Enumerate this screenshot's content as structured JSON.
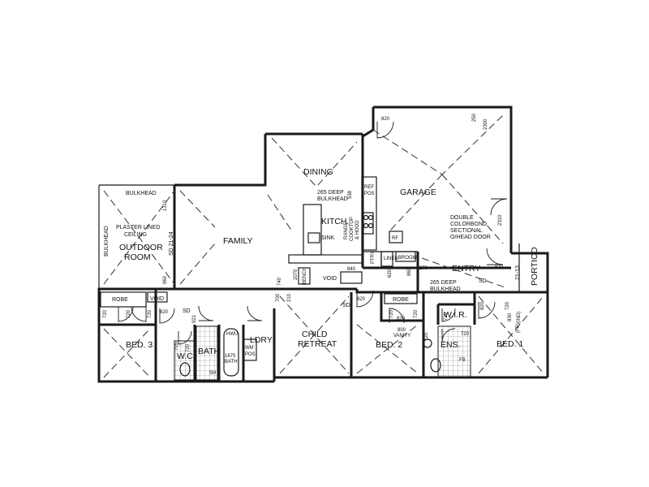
{
  "rooms": {
    "dining": "DINING",
    "garage": "GARAGE",
    "family": "FAMILY",
    "kitchen": "KITCH.",
    "outdoor_line1": "OUTDOOR",
    "outdoor_line2": "ROOM",
    "entry": "ENTRY",
    "portico": "PORTICO",
    "bed3": "BED. 3",
    "child_line1": "CHILD",
    "child_line2": "RETREAT",
    "bed2": "BED. 2",
    "bed1": "BED. 1",
    "wc": "W.C.",
    "bath": "BATH",
    "ldry": "LDRY",
    "ens": "ENS.",
    "wir": "W.I.R."
  },
  "notes": {
    "bulkhead_top": "BULKHEAD",
    "bulkhead_left": "BULKHEAD",
    "plaster_line1": "PLASTER LINED",
    "plaster_line2": "CEILING",
    "deep_bulkhead_1_line1": "265 DEEP",
    "deep_bulkhead_1_line2": "BULKHEAD",
    "deep_bulkhead_2_line1": "265 DEEP",
    "deep_bulkhead_2_line2": "BULKHEAD",
    "garage_door_line1": "DOUBLE",
    "garage_door_line2": "COLORBOND",
    "garage_door_line3": "SECTIONAL",
    "garage_door_line4": "O/HEAD DOOR",
    "range_line1": "RANGE",
    "range_line2": "COOKTOP",
    "range_line3": "& HOOD",
    "sink": "SINK",
    "bench": "BENCH",
    "void_text": "VOID",
    "void_box": "VOID",
    "robe1": "ROBE",
    "robe2": "ROBE",
    "linen": "LINEN",
    "broom": "BROOM",
    "pantry": "PTRY",
    "ref_line1": "REF",
    "ref_line2": "POS",
    "rf": "RF",
    "vanity_line1": "800",
    "vanity_line2": "VANITY",
    "bath_size_line1": "1675",
    "bath_size_line2": "BATH",
    "wm_line1": "WM",
    "wm_line2": "POS",
    "hwu": "HWU",
    "ind": "(IND)",
    "sd1": "SD",
    "sd2": "SD",
    "sd3": "SD",
    "sd_family": "SD 21-24",
    "portico_dim": "21-13",
    "frd": "(FR)",
    "sh": "SH",
    "fb": "FB"
  },
  "dimensions": {
    "d820_garage": "820",
    "d250": "250",
    "d2300": "2300",
    "d538": "538",
    "d1310": "1310",
    "d2310": "2310",
    "d860": "860",
    "d960": "960",
    "d740": "740",
    "d2070": "2070",
    "d840": "840",
    "d700": "700",
    "d210": "210",
    "d820_child": "820",
    "d620": "620",
    "d270": "270",
    "d820_b2a": "820",
    "d720_b2a": "720",
    "d720_b2b": "720",
    "d820_entry": "820",
    "d830": "830",
    "d720_b3a": "720",
    "d720_b3b": "720",
    "d720_b3c": "720",
    "d820_b3": "820",
    "d720_wir": "720",
    "d820_b1": "820",
    "d720_ens": "720",
    "d720_l1": "720",
    "d720_l2": "720",
    "d921": "921",
    "d705": "705",
    "d720_wc": "720"
  }
}
